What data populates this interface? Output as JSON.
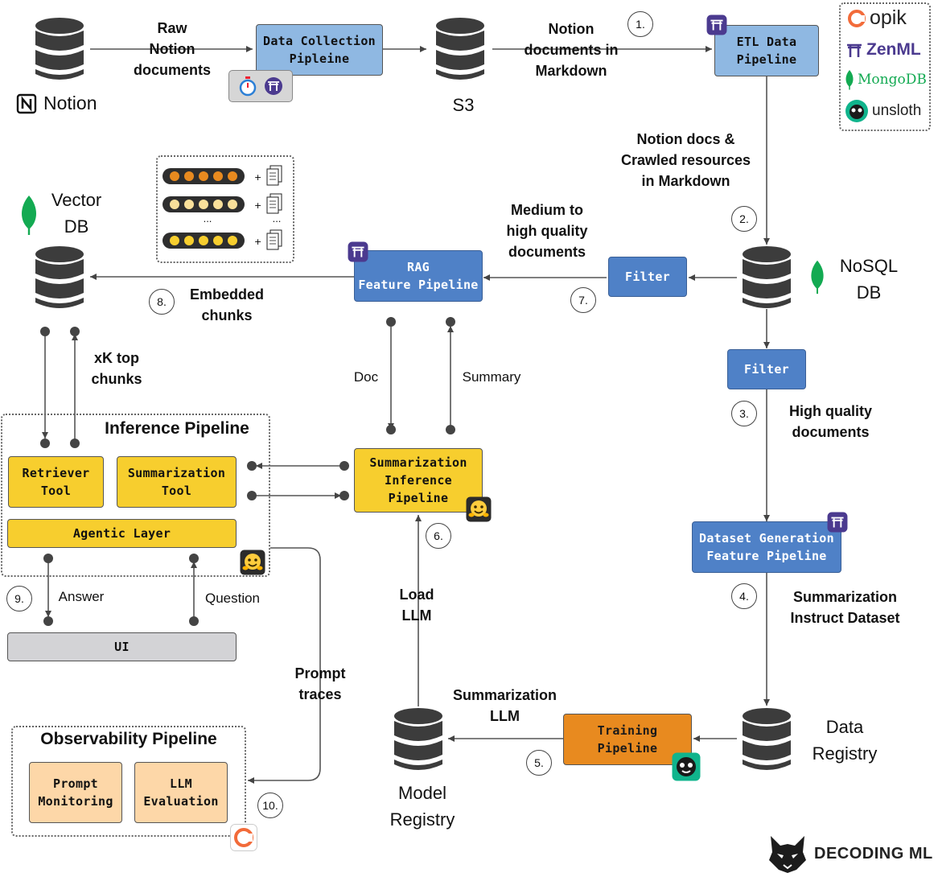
{
  "sources": {
    "notion": "Notion",
    "s3": "S3",
    "vector_db": "Vector\nDB",
    "nosql_db": "NoSQL\nDB",
    "data_registry": "Data\nRegistry",
    "model_registry": "Model\nRegistry"
  },
  "pipelines": {
    "data_collection": "Data Collection\nPipleine",
    "etl": "ETL Data\nPipeline",
    "rag_feature": "RAG\nFeature Pipeline",
    "filter_top": "Filter",
    "filter_bottom": "Filter",
    "dataset_generation": "Dataset Generation\nFeature Pipeline",
    "training": "Training\nPipeline",
    "summarization_inference": "Summarization\nInference\nPipeline"
  },
  "inference": {
    "title": "Inference Pipeline",
    "retriever_tool": "Retriever\nTool",
    "summarization_tool": "Summarization\nTool",
    "agentic_layer": "Agentic Layer",
    "ui": "UI"
  },
  "observability": {
    "title": "Observability Pipeline",
    "prompt_monitoring": "Prompt\nMonitoring",
    "llm_evaluation": "LLM\nEvaluation"
  },
  "edge_labels": {
    "raw_notion": "Raw\nNotion\ndocuments",
    "notion_markdown": "Notion\ndocuments in\nMarkdown",
    "crawled": "Notion docs &\nCrawled resources\nin Markdown",
    "medium_high": "Medium to\nhigh quality\ndocuments",
    "embedded_chunks": "Embedded\nchunks",
    "xk_top": "xK top\nchunks",
    "doc": "Doc",
    "summary": "Summary",
    "high_quality": "High quality\ndocuments",
    "summarization_instruct": "Summarization\nInstruct Dataset",
    "summarization_llm": "Summarization\nLLM",
    "load_llm": "Load\nLLM",
    "prompt_traces": "Prompt\ntraces",
    "answer": "Answer",
    "question": "Question"
  },
  "steps": [
    "1.",
    "2.",
    "3.",
    "4.",
    "5.",
    "6.",
    "7.",
    "8.",
    "9.",
    "10."
  ],
  "tools": {
    "opik": "opik",
    "zenml": "ZenML",
    "mongodb": "MongoDB",
    "unsloth": "unsloth"
  },
  "chunks_legend": {
    "ellipsis": "..."
  },
  "brand": "DECODING ML",
  "icons": {
    "notion": "notion-logo-icon",
    "stopwatch": "stopwatch-icon",
    "zenml": "zenml-torii-icon",
    "mongodb": "mongodb-leaf-icon",
    "huggingface": "huggingface-icon",
    "unsloth": "unsloth-sloth-icon",
    "opik": "opik-ring-icon",
    "document": "document-stack-icon",
    "wolf": "wolf-logo-icon"
  },
  "colors": {
    "light_blue": "#8fb8e2",
    "blue": "#4f81c7",
    "yellow": "#f7ce2e",
    "orange": "#e88a1f",
    "peach": "#fdd7a8",
    "grey": "#d3d3d6",
    "zenml_purple": "#4b3a8f",
    "mongodb_green": "#13aa52",
    "opik_orange": "#f26b3a",
    "unsloth_teal": "#10b48c"
  }
}
